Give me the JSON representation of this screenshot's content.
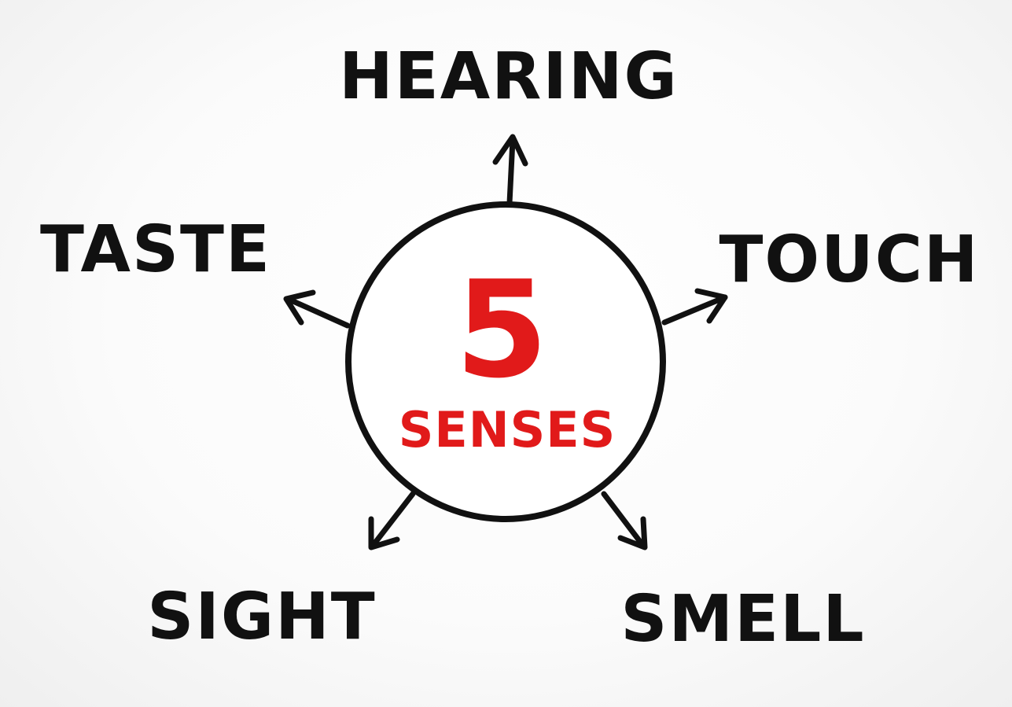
{
  "center": {
    "number": "5",
    "word": "SENSES"
  },
  "senses": [
    {
      "id": "hearing",
      "label": "HEARING"
    },
    {
      "id": "touch",
      "label": "TOUCH"
    },
    {
      "id": "smell",
      "label": "SMELL"
    },
    {
      "id": "sight",
      "label": "SIGHT"
    },
    {
      "id": "taste",
      "label": "TASTE"
    }
  ],
  "colors": {
    "ink": "#111111",
    "accent": "#e11a1a"
  }
}
